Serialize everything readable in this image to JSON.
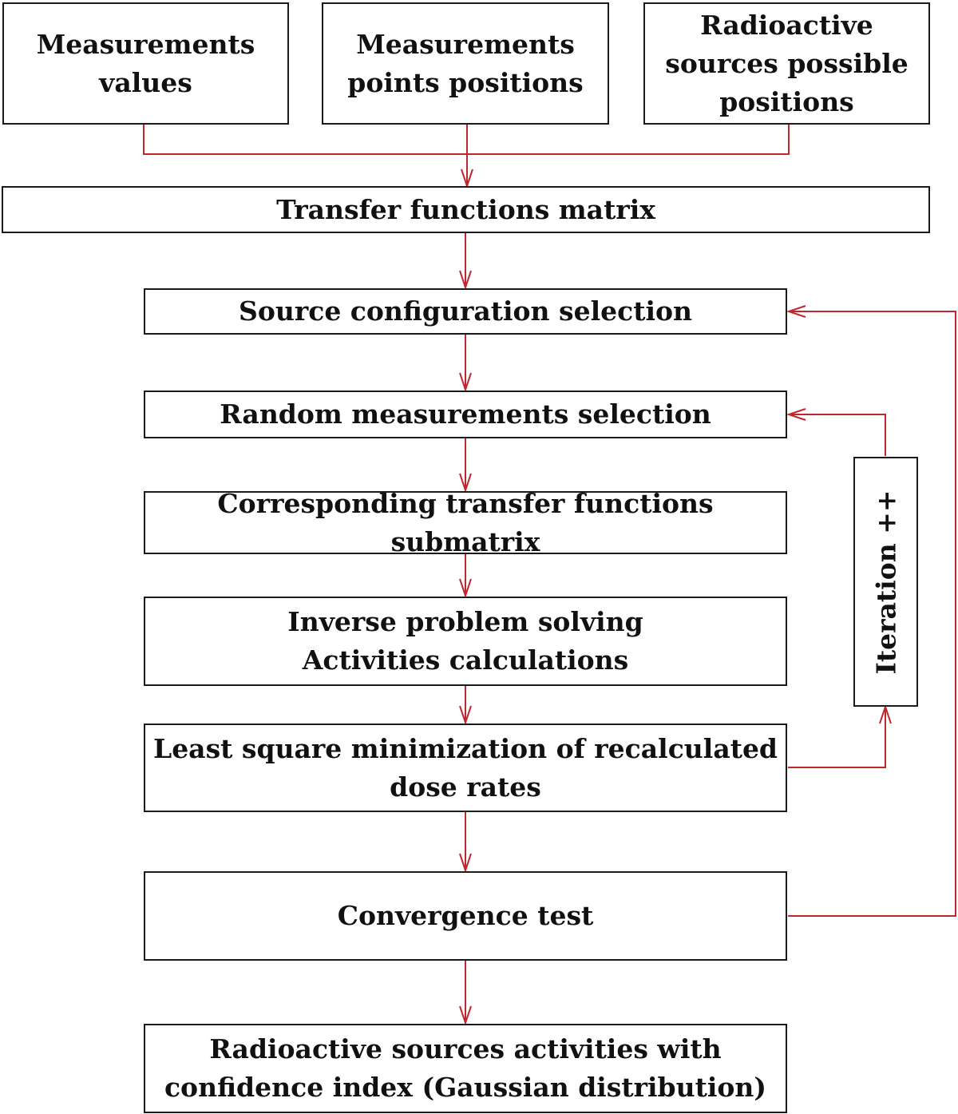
{
  "colors": {
    "connector": "#c0272d",
    "box_border": "#1a1a1a",
    "text": "#111111"
  },
  "nodes": {
    "measurements_values": "Measurements\nvalues",
    "measurements_points_positions": "Measurements\npoints positions",
    "radioactive_sources_possible_positions": "Radioactive\nsources possible\npositions",
    "transfer_functions_matrix": "Transfer functions matrix",
    "source_configuration_selection": "Source configuration selection",
    "random_measurements_selection": "Random measurements  selection",
    "corresponding_submatrix": "Corresponding transfer functions submatrix",
    "inverse_problem": "Inverse problem solving\nActivities calculations",
    "least_square": "Least square minimization of recalculated\ndose rates",
    "convergence_test": "Convergence test",
    "result": "Radioactive sources activities with\nconfidence index (Gaussian distribution)",
    "iteration": "Iteration ++"
  }
}
